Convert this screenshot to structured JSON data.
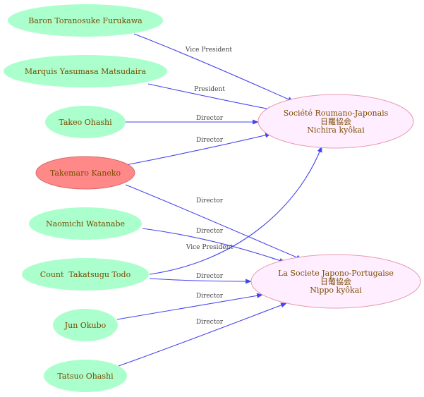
{
  "colors": {
    "person_fill": "#aaffcc",
    "highlight_fill": "#ff8888",
    "org_fill": "#ffeeff",
    "org_stroke": "#e89aaa",
    "edge": "#4444ee"
  },
  "nodes": {
    "furukawa": {
      "label": "Baron Toranosuke Furukawa"
    },
    "matsudaira": {
      "label": "Marquis Yasumasa Matsudaira"
    },
    "takeo": {
      "label": "Takeo Ohashi"
    },
    "kaneko": {
      "label": "Takemaro Kaneko"
    },
    "watanabe": {
      "label": "Naomichi Watanabe"
    },
    "todo": {
      "label": "Count  Takatsugu Todo"
    },
    "okubo": {
      "label": "Jun Okubo"
    },
    "tatsuo": {
      "label": "Tatsuo Ohashi"
    },
    "nichira": {
      "lines": [
        "Société Roumano-Japonais",
        "日羅協会",
        "Nichira kyôkai"
      ]
    },
    "nippo": {
      "lines": [
        "La Societe Japono-Portugaise",
        "日葡協会",
        "Nippo kyôkai"
      ]
    }
  },
  "edges": {
    "furukawa_nichira": "Vice President",
    "matsudaira_nichira": "President",
    "takeo_nichira": "Director",
    "kaneko_nichira": "Director",
    "kaneko_nippo": "Director",
    "watanabe_nippo": "Director",
    "todo_nichira": "Vice President",
    "todo_nippo": "Director",
    "okubo_nippo": "Director",
    "tatsuo_nippo": "Director"
  }
}
